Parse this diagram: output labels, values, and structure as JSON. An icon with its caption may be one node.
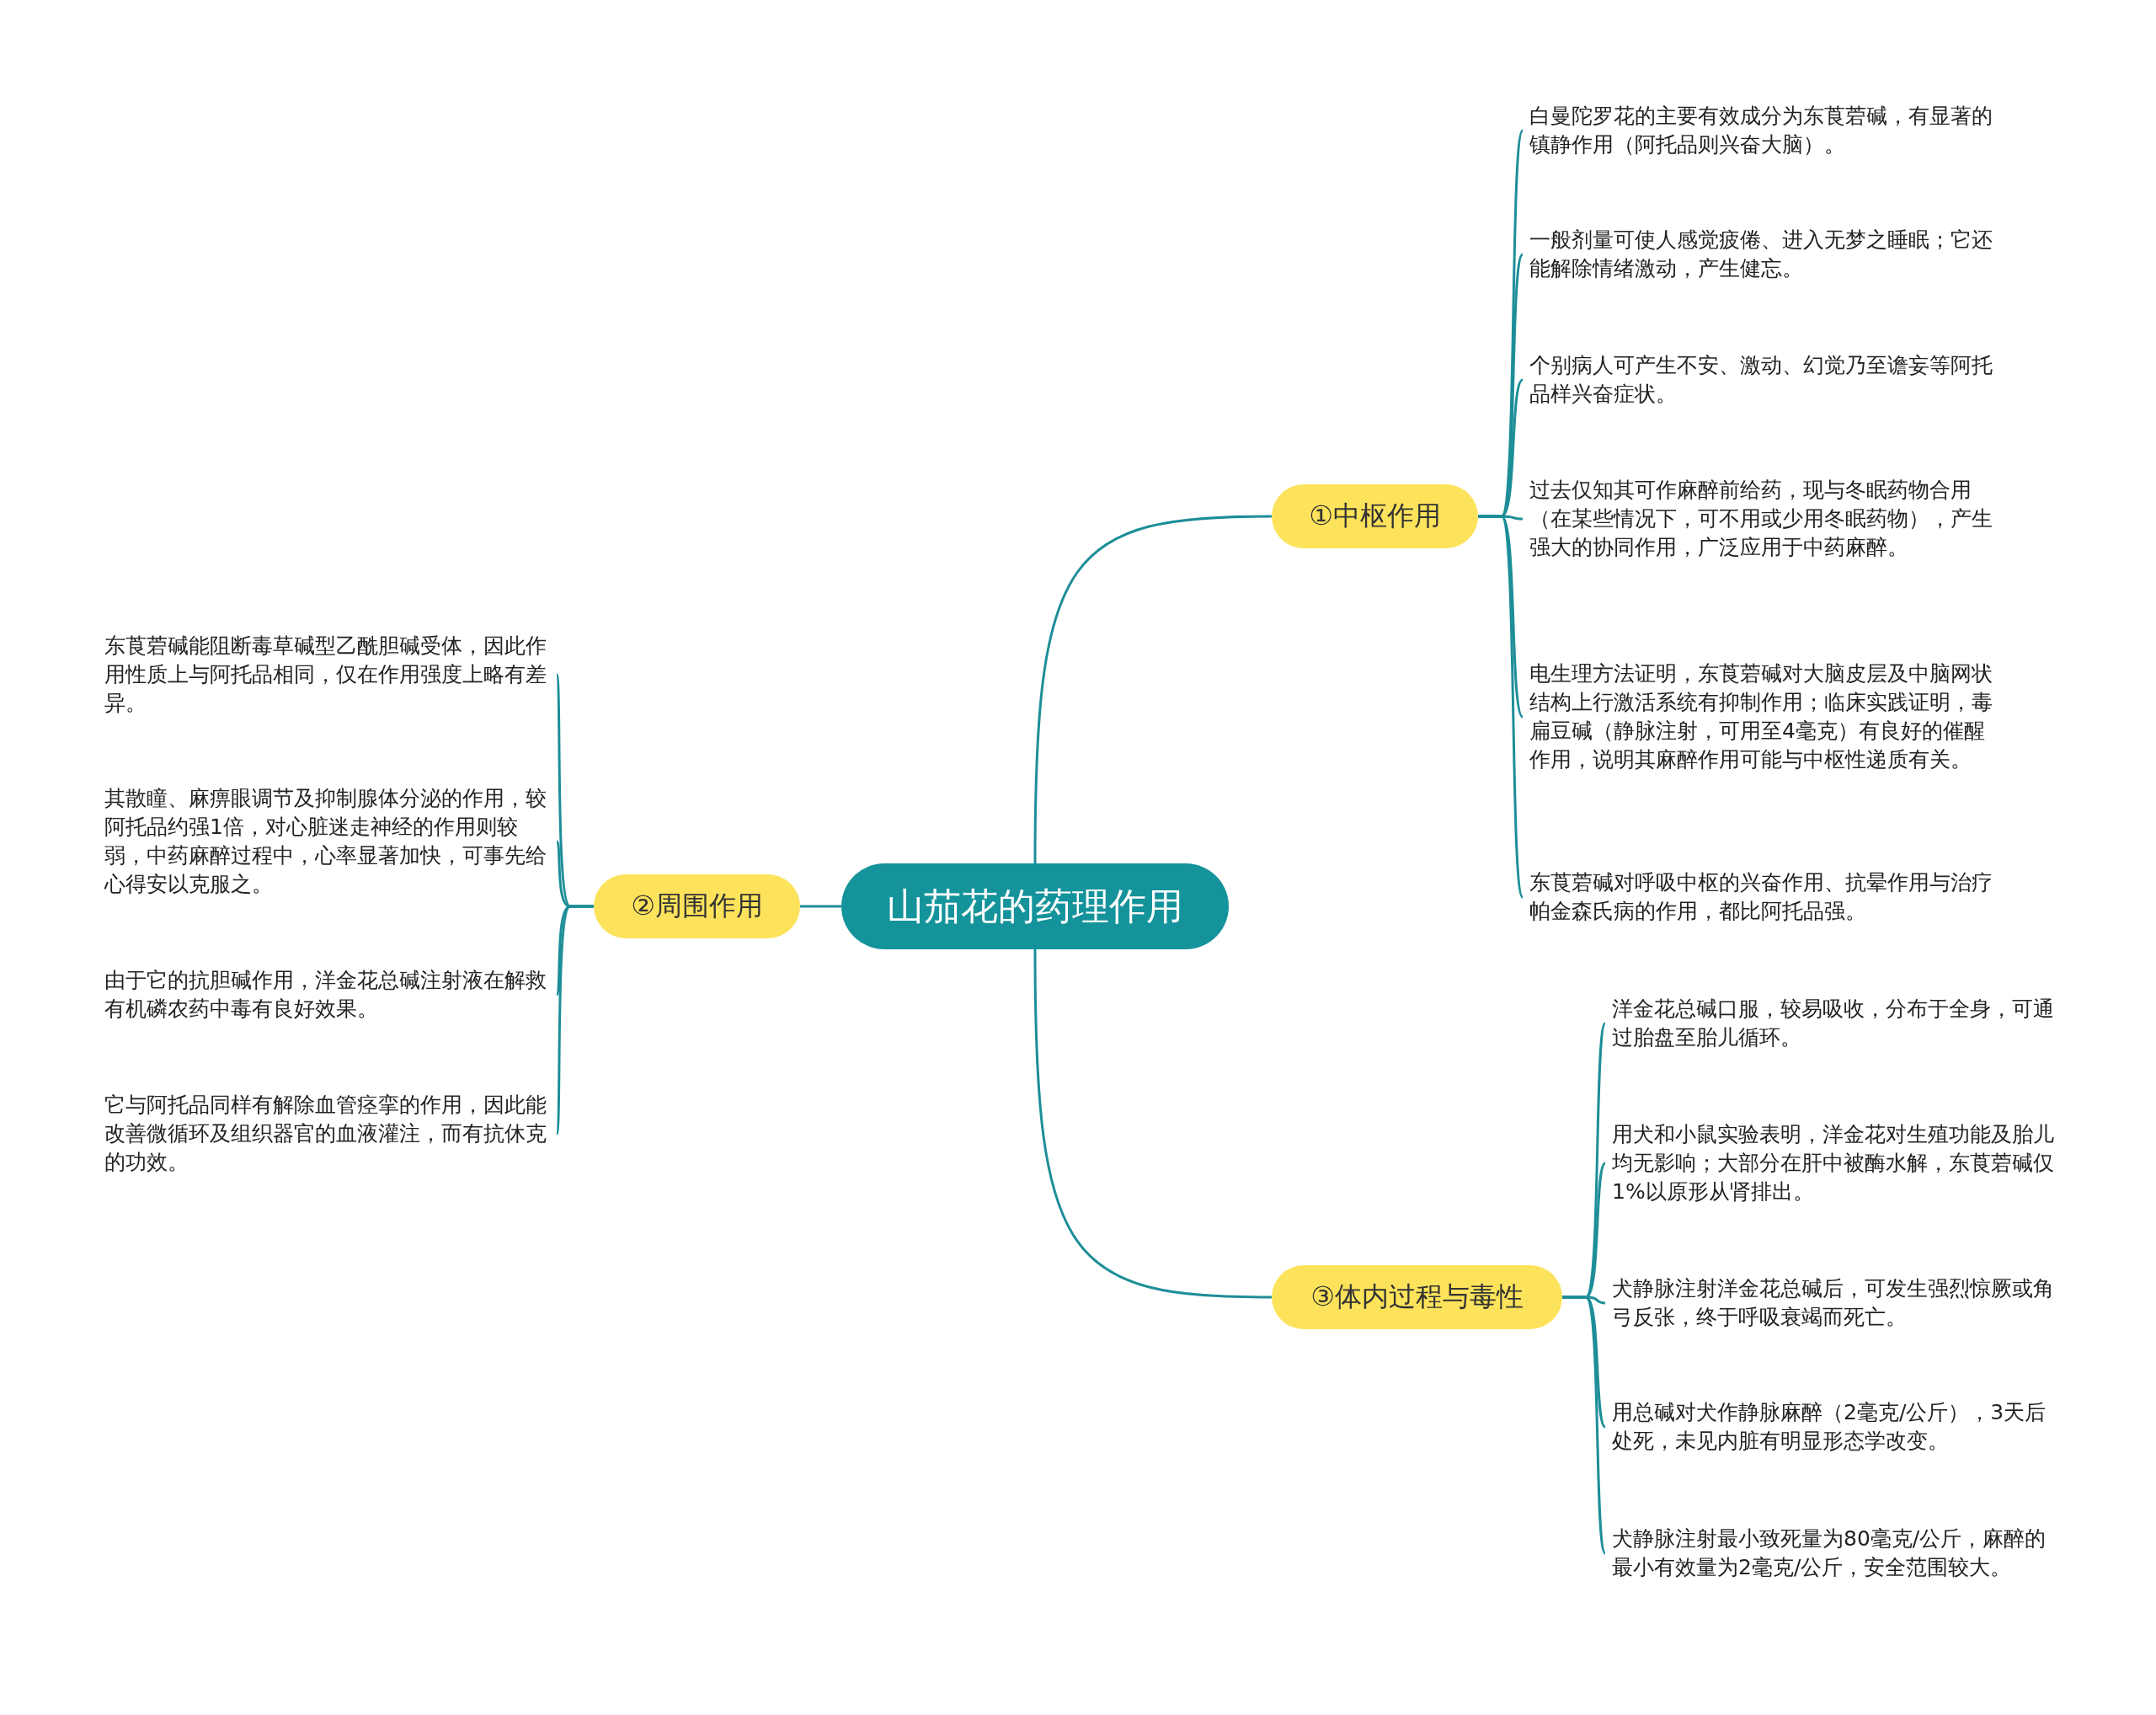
{
  "diagram": {
    "nodes": [
      {
        "text": [
          "山茄花的药理作用"
        ]
      },
      {
        "text": [
          "①中枢作用"
        ]
      },
      {
        "text": [
          "白曼陀罗花的主要有效成分为东莨菪碱，有显著的镇静作用（阿托品则兴奋大脑）。"
        ]
      },
      {
        "text": [
          "一般剂量可使人感觉疲倦、进入无梦之睡眠；它还能解除情绪激动，产生健忘。"
        ]
      },
      {
        "text": [
          "个别病人可产生不安、激动、幻觉乃至谵妄等阿托品样兴奋症状。"
        ]
      },
      {
        "text": [
          "过去仅知其可作麻醉前给药，现与冬眠药物合用（在某些情况下，可不用或少用冬眠药物），产生强大的协同作用，广泛应用于中药麻醉。"
        ]
      },
      {
        "text": [
          "电生理方法证明，东莨菪碱对大脑皮层及中脑网状结构上行激活系统有抑制作用；临床实践证明，毒扁豆碱（静脉注射，可用至4毫克）有良好的催醒作用，说明其麻醉作用可能与中枢性递质有关。"
        ]
      },
      {
        "text": [
          "东莨菪碱对呼吸中枢的兴奋作用、抗晕作用与治疗帕金森氏病的作用，都比阿托品强。"
        ]
      },
      {
        "text": [
          "②周围作用"
        ]
      },
      {
        "text": [
          "东莨菪碱能阻断毒草碱型乙酰胆碱受体，因此作用性质上与阿托品相同，仅在作用强度上略有差异。"
        ]
      },
      {
        "text": [
          "其散瞳、麻痹眼调节及抑制腺体分泌的作用，较阿托品约强1倍，对心脏迷走神经的作用则较弱，中药麻醉过程中，心率显著加快，可事先给心得安以克服之。"
        ]
      },
      {
        "text": [
          "由于它的抗胆碱作用，洋金花总碱注射液在解救有机磷农药中毒有良好效果。"
        ]
      },
      {
        "text": [
          "它与阿托品同样有解除血管痉挛的作用，因此能改善微循环及组织器官的血液灌注，而有抗休克的功效。"
        ]
      },
      {
        "text": [
          "③体内过程与毒性"
        ]
      },
      {
        "text": [
          "洋金花总碱口服，较易吸收，分布于全身，可通过胎盘至胎儿循环。"
        ]
      },
      {
        "text": [
          "用犬和小鼠实验表明，洋金花对生殖功能及胎儿均无影响；大部分在肝中被酶水解，东莨菪碱仅1%以原形从肾排出。"
        ]
      },
      {
        "text": [
          "犬静脉注射洋金花总碱后，可发生强烈惊厥或角弓反张，终于呼吸衰竭而死亡。"
        ]
      },
      {
        "text": [
          "用总碱对犬作静脉麻醉（2毫克/公斤），3天后处死，未见内脏有明显形态学改变。"
        ]
      },
      {
        "text": [
          "犬静脉注射最小致死量为80毫克/公斤，麻醉的最小有效量为2毫克/公斤，安全范围较大。"
        ]
      }
    ],
    "edges": [
      {
        "from": 0,
        "to": 1,
        "arrow": "none"
      },
      {
        "from": 1,
        "to": 2,
        "arrow": "none"
      },
      {
        "from": 1,
        "to": 3,
        "arrow": "none"
      },
      {
        "from": 1,
        "to": 4,
        "arrow": "none"
      },
      {
        "from": 1,
        "to": 5,
        "arrow": "none"
      },
      {
        "from": 1,
        "to": 6,
        "arrow": "none"
      },
      {
        "from": 1,
        "to": 7,
        "arrow": "none"
      },
      {
        "from": 0,
        "to": 8,
        "arrow": "none"
      },
      {
        "from": 8,
        "to": 9,
        "arrow": "none"
      },
      {
        "from": 8,
        "to": 10,
        "arrow": "none"
      },
      {
        "from": 8,
        "to": 11,
        "arrow": "none"
      },
      {
        "from": 8,
        "to": 12,
        "arrow": "none"
      },
      {
        "from": 0,
        "to": 13,
        "arrow": "none"
      },
      {
        "from": 13,
        "to": 14,
        "arrow": "none"
      },
      {
        "from": 13,
        "to": 15,
        "arrow": "none"
      },
      {
        "from": 13,
        "to": 16,
        "arrow": "none"
      },
      {
        "from": 13,
        "to": 17,
        "arrow": "none"
      },
      {
        "from": 13,
        "to": 18,
        "arrow": "none"
      }
    ]
  }
}
